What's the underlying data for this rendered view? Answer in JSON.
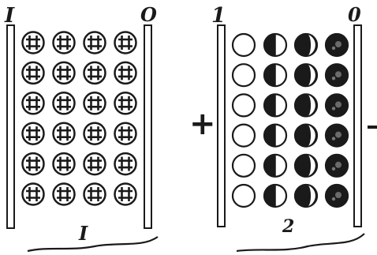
{
  "panel_1": {
    "top_left_label": "I",
    "top_right_label": "O",
    "bottom_label": "I",
    "rows": 6,
    "cols": 4,
    "cell_pattern": "hash-icon"
  },
  "panel_2": {
    "top_left_label": "1",
    "top_right_label": "0",
    "bottom_label": "2",
    "rows": 6,
    "cols": 4,
    "column_phases": [
      "empty-circle-icon",
      "half-filled-circle-icon",
      "mostly-filled-circle-icon",
      "filled-circle-icon"
    ]
  },
  "signs": {
    "plus": "+",
    "minus": "-"
  },
  "colors": {
    "ink": "#1a1a1a",
    "paper": "#ffffff"
  }
}
